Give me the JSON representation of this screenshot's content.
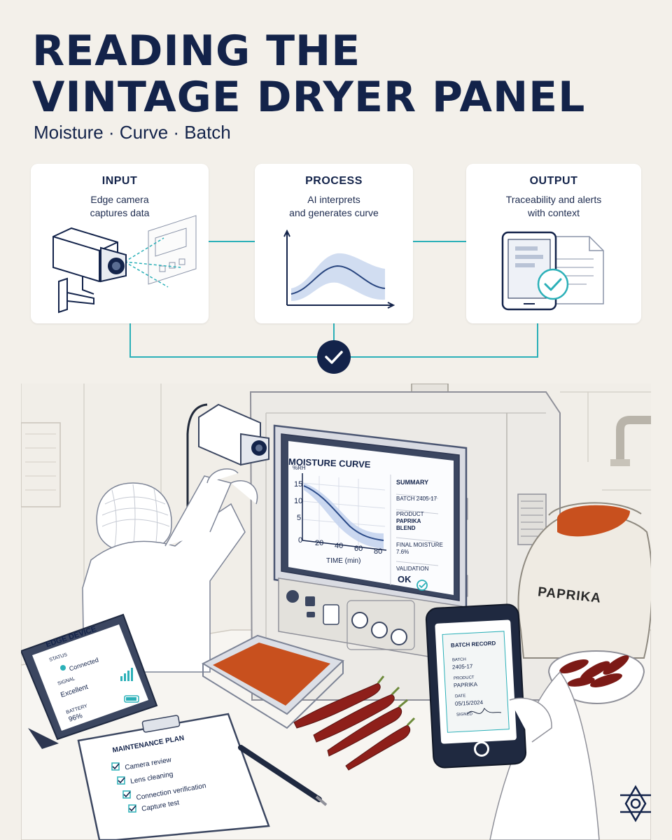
{
  "title": {
    "line1": "READING THE",
    "line2": "VINTAGE DRYER PANEL"
  },
  "subtitle": "Moisture · Curve · Batch",
  "steps": [
    {
      "heading": "INPUT",
      "line1": "Edge camera",
      "line2": "captures data"
    },
    {
      "heading": "PROCESS",
      "line1": "AI interprets",
      "line2": "and generates curve"
    },
    {
      "heading": "OUTPUT",
      "line1": "Traceability and alerts",
      "line2": "with context"
    }
  ],
  "monitor": {
    "title": "MOISTURE CURVE",
    "y_unit": "%RH",
    "y_ticks": [
      "15",
      "10",
      "5"
    ],
    "x_ticks": [
      "0",
      "20",
      "40",
      "60",
      "80"
    ],
    "x_label": "TIME (min)",
    "summary_heading": "SUMMARY",
    "batch": "BATCH 2405-17",
    "product_label": "PRODUCT",
    "product_line1": "PAPRIKA",
    "product_line2": "BLEND",
    "final_moisture_label": "FINAL MOISTURE",
    "final_moisture_value": "7.6%",
    "validation_label": "VALIDATION",
    "validation_value": "OK"
  },
  "edge_device": {
    "heading": "EDGE DEVICE",
    "status_label": "STATUS",
    "status_value": "Connected",
    "signal_label": "SIGNAL",
    "signal_value": "Excellent",
    "battery_label": "BATTERY",
    "battery_value": "96%"
  },
  "maintenance": {
    "heading": "MAINTENANCE PLAN",
    "items": [
      "Camera review",
      "Lens cleaning",
      "Connection verification",
      "Capture test"
    ]
  },
  "batch_record": {
    "heading": "BATCH RECORD",
    "batch_label": "BATCH",
    "batch_value": "2405-17",
    "product_label": "PRODUCT",
    "product_value": "PAPRIKA",
    "date_label": "DATE",
    "date_value": "05/15/2024",
    "signed_label": "SIGNED"
  },
  "sack_label": "PAPRIKA",
  "colors": {
    "navy": "#13234a",
    "teal": "#2bb0b8",
    "paprika": "#c8501e",
    "chili": "#8e1f1a",
    "background": "#f3f0ea"
  }
}
